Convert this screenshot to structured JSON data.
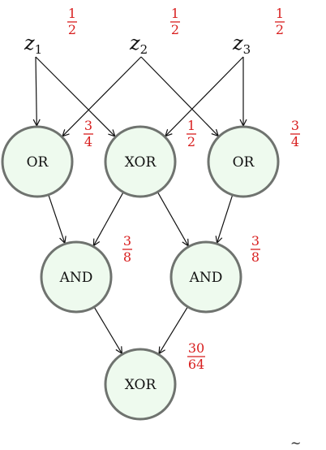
{
  "inputs": [
    {
      "id": "z1",
      "name": "z",
      "sub": "1",
      "prob": {
        "num": "1",
        "den": "2"
      }
    },
    {
      "id": "z2",
      "name": "z",
      "sub": "2",
      "prob": {
        "num": "1",
        "den": "2"
      }
    },
    {
      "id": "z3",
      "name": "z",
      "sub": "3",
      "prob": {
        "num": "1",
        "den": "2"
      }
    }
  ],
  "gates": [
    {
      "id": "g1",
      "label": "OR",
      "prob": {
        "num": "3",
        "den": "4"
      }
    },
    {
      "id": "g2",
      "label": "XOR",
      "prob": {
        "num": "1",
        "den": "2"
      }
    },
    {
      "id": "g3",
      "label": "OR",
      "prob": {
        "num": "3",
        "den": "4"
      }
    },
    {
      "id": "g4",
      "label": "AND",
      "prob": {
        "num": "3",
        "den": "8"
      }
    },
    {
      "id": "g5",
      "label": "AND",
      "prob": {
        "num": "3",
        "den": "8"
      }
    },
    {
      "id": "g6",
      "label": "XOR",
      "prob": {
        "num": "30",
        "den": "64"
      }
    }
  ],
  "edges": [
    {
      "from": "z1",
      "to": "g1"
    },
    {
      "from": "z1",
      "to": "g2"
    },
    {
      "from": "z2",
      "to": "g1"
    },
    {
      "from": "z2",
      "to": "g3"
    },
    {
      "from": "z3",
      "to": "g2"
    },
    {
      "from": "z3",
      "to": "g3"
    },
    {
      "from": "g1",
      "to": "g4"
    },
    {
      "from": "g2",
      "to": "g4"
    },
    {
      "from": "g2",
      "to": "g5"
    },
    {
      "from": "g3",
      "to": "g5"
    },
    {
      "from": "g4",
      "to": "g6"
    },
    {
      "from": "g5",
      "to": "g6"
    }
  ],
  "colors": {
    "probability": "#d81e1e",
    "gate_fill": "#eefaee",
    "gate_stroke": "#6f736f"
  }
}
